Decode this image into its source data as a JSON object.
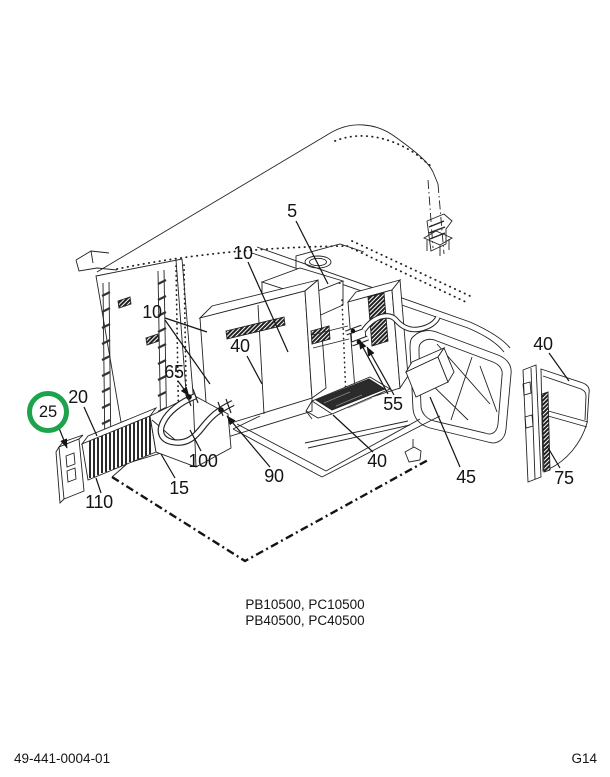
{
  "diagram": {
    "title_hint": "exploded-parts-view",
    "highlight": {
      "text": "25",
      "ring_color": "#1ea34d"
    },
    "line_color": "#1a1a1a",
    "callouts": [
      {
        "text": "5"
      },
      {
        "text": "10"
      },
      {
        "text": "10"
      },
      {
        "text": "40"
      },
      {
        "text": "65"
      },
      {
        "text": "20"
      },
      {
        "text": "55"
      },
      {
        "text": "40"
      },
      {
        "text": "100"
      },
      {
        "text": "90"
      },
      {
        "text": "15"
      },
      {
        "text": "110"
      },
      {
        "text": "40"
      },
      {
        "text": "45"
      },
      {
        "text": "75"
      }
    ]
  },
  "caption": {
    "line1": "PB10500, PC10500",
    "line2": "PB40500, PC40500"
  },
  "footer": {
    "left": "49-441-0004-01",
    "right": "G14"
  }
}
